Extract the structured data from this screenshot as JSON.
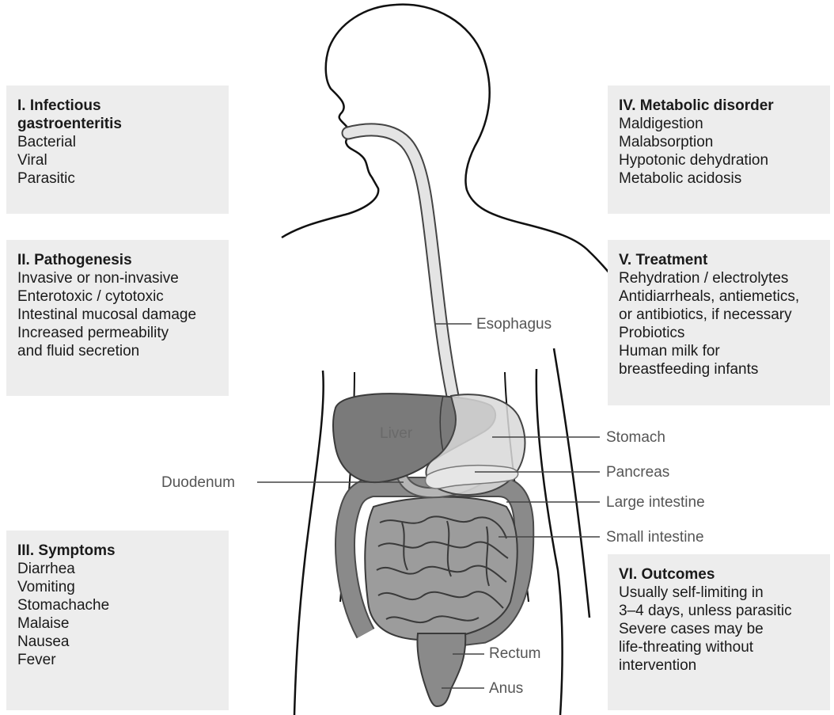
{
  "panels": {
    "infectious": {
      "heading_line1": "I. Infectious",
      "heading_line2": "gastroenteritis",
      "items": [
        "Bacterial",
        "Viral",
        "Parasitic"
      ]
    },
    "pathogenesis": {
      "heading": "II. Pathogenesis",
      "items": [
        "Invasive or non-invasive",
        "Enterotoxic / cytotoxic",
        "Intestinal mucosal damage",
        "Increased permeability",
        "and fluid secretion"
      ]
    },
    "symptoms": {
      "heading": "III. Symptoms",
      "items": [
        "Diarrhea",
        "Vomiting",
        "Stomachache",
        "Malaise",
        "Nausea",
        "Fever"
      ]
    },
    "metabolic": {
      "heading": "IV. Metabolic disorder",
      "items": [
        "Maldigestion",
        "Malabsorption",
        "Hypotonic dehydration",
        "Metabolic acidosis"
      ]
    },
    "treatment": {
      "heading": "V. Treatment",
      "items": [
        "Rehydration / electrolytes",
        "Antidiarrheals, antiemetics,",
        "or antibiotics, if necessary",
        "Probiotics",
        "Human milk for",
        "breastfeeding infants"
      ]
    },
    "outcomes": {
      "heading": "VI. Outcomes",
      "items": [
        "Usually self-limiting in",
        "3–4 days, unless parasitic",
        "Severe cases may be",
        "life-threating without",
        "intervention"
      ]
    }
  },
  "labels": {
    "esophagus": "Esophagus",
    "liver": "Liver",
    "stomach": "Stomach",
    "pancreas": "Pancreas",
    "duodenum": "Duodenum",
    "large_intestine": "Large intestine",
    "small_intestine": "Small intestine",
    "rectum": "Rectum",
    "anus": "Anus"
  }
}
